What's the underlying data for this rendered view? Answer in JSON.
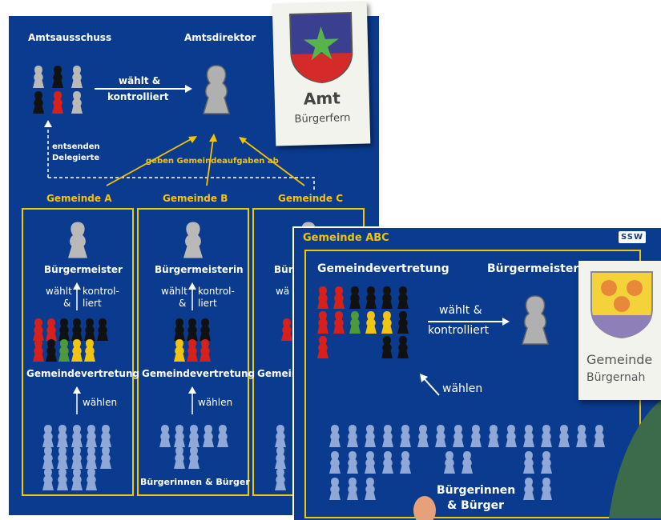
{
  "left": {
    "amtsausschuss": "Amtsausschuss",
    "amtsdirektor": "Amtsdirektor",
    "waehlt1": "wählt &",
    "waehlt2": "kontrolliert",
    "entsenden1": "entsenden",
    "entsenden2": "Delegierte",
    "geben": "geben Gemeindeaufgaben ab",
    "gem_a": "Gemeinde A",
    "gem_b": "Gemeinde B",
    "gem_c": "Gemeinde C",
    "bm_a": "Bürgermeister",
    "bm_b": "Bürgermeisterin",
    "bm_c": "Bürg",
    "wk_w": "wählt",
    "wk_amp": "&",
    "wk_k1": "kontrol-",
    "wk_k2": "liert",
    "wk_c": "wä",
    "gv": "Gemeindevertretung",
    "gv_c": "Gemein",
    "waehlen": "wählen",
    "buerger": "Bürgerinnen & Bürger"
  },
  "amt_card": {
    "title": "Amt",
    "name": "Bürgerfern"
  },
  "right": {
    "header": "Gemeinde ABC",
    "badge": "SSW",
    "gv": "Gemeindevertretung",
    "bm": "Bürgermeister",
    "waehlt1": "wählt &",
    "waehlt2": "kontrolliert",
    "waehlen": "wählen",
    "buerger1": "Bürgerinnen",
    "buerger2": "& Bürger"
  },
  "gem_card": {
    "title": "Gemeinde",
    "name": "Bürgernah"
  },
  "colors": {
    "panel": "#0b3b8e",
    "yellow": "#f5c400",
    "red": "#d8201b",
    "black": "#111111",
    "green": "#4e9a3a",
    "gold": "#f1c40f",
    "citizen": "#8fa8d8",
    "grey": "#b9b9b9"
  }
}
